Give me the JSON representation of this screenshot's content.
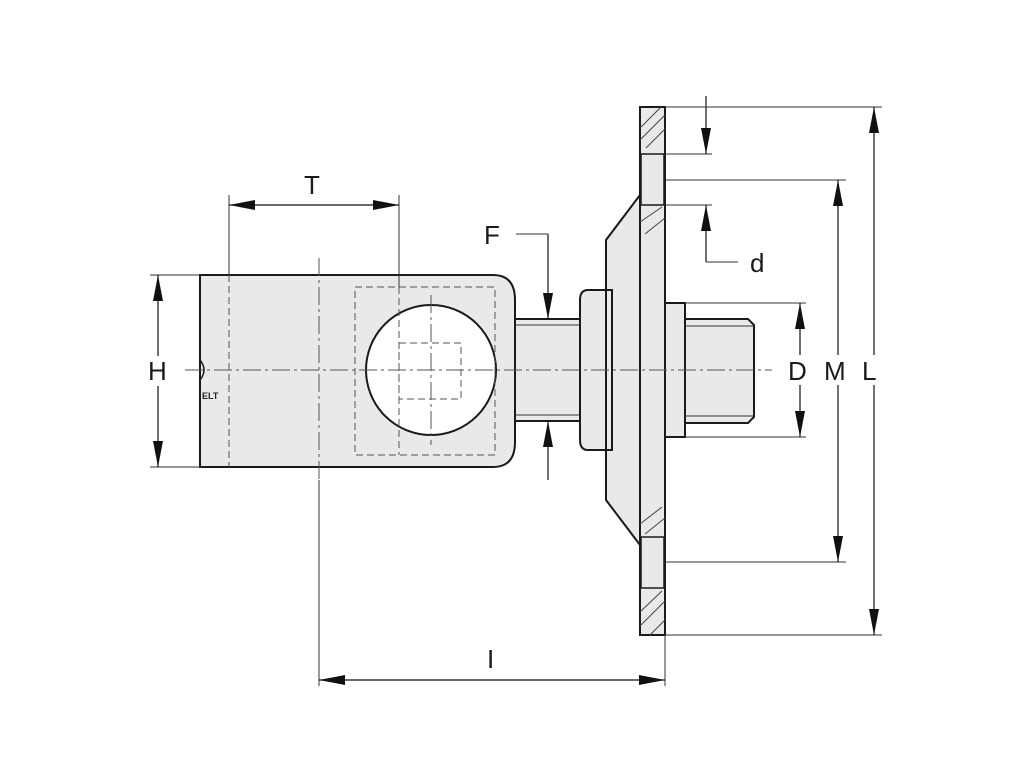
{
  "labels": {
    "T": "T",
    "H": "H",
    "F": "F",
    "d": "d",
    "D": "D",
    "M": "M",
    "L": "L",
    "I": "I"
  },
  "stamp": "ELT",
  "colors": {
    "part_fill": "#e9e9e9",
    "line": "#1a1a1a",
    "background": "#ffffff"
  }
}
